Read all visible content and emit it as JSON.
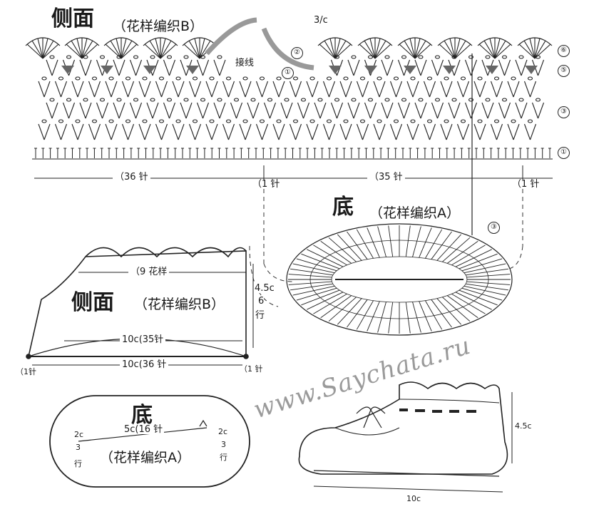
{
  "top": {
    "title": "侧面",
    "pattern": "（花样编织B）",
    "join_label": "接线",
    "count_left": "（36 针",
    "count_mid_one": "（1 针",
    "count_right": "（35 针",
    "count_right_one": "（1 针",
    "note": "3/c",
    "round_markers": [
      "①",
      "②",
      "③",
      "⑤",
      "⑥"
    ],
    "row_markers": [
      "①",
      "③",
      "⑤",
      "⑥",
      "②"
    ]
  },
  "sole_chart": {
    "title": "底",
    "pattern": "（花样编织A）",
    "marker": "③"
  },
  "side_schematic": {
    "pattern_repeats": "（9 花样",
    "title": "侧面",
    "pattern": "（花样编织B）",
    "height": "4.5c",
    "rows_num": "6",
    "rows_unit": "行",
    "upper_width": "10c(35针",
    "lower_width": "10c(36 针",
    "left_one": "（1针",
    "right_one": "（1 针"
  },
  "sole_schematic": {
    "title": "底",
    "pattern": "（花样编织A）",
    "length": "5c(16 针",
    "left_size": "2c",
    "left_rows": "3",
    "left_unit": "行",
    "right_size": "2c",
    "right_rows": "3",
    "right_unit": "行"
  },
  "shoe_drawing": {
    "height": "4.5c",
    "length": "10c"
  },
  "watermark": "www.Saychata.ru"
}
